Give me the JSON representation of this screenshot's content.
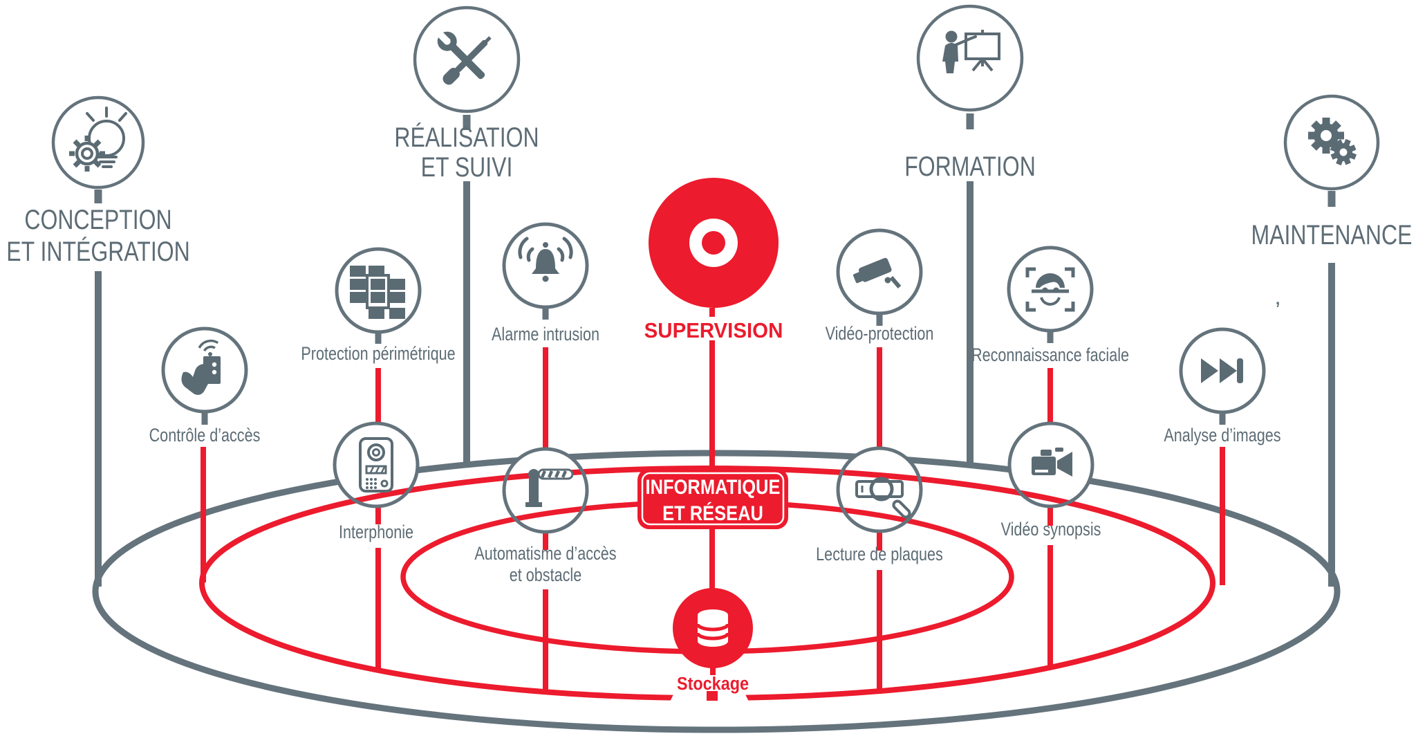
{
  "palette": {
    "red": "#ec1b2d",
    "gray_line": "#64737c",
    "gray_icon": "#5b6b74",
    "gray_text": "#5d6c75",
    "background": "#ffffff"
  },
  "pillars": {
    "conception": {
      "line1": "CONCEPTION",
      "line2": "ET INTÉGRATION"
    },
    "realisation": {
      "line1": "RÉALISATION",
      "line2": "ET SUIVI"
    },
    "formation": {
      "label": "FORMATION"
    },
    "maintenance": {
      "label": "MAINTENANCE"
    }
  },
  "services": {
    "controle": {
      "label": "Contrôle d’accès"
    },
    "protection": {
      "label": "Protection périmétrique"
    },
    "alarme": {
      "label": "Alarme intrusion"
    },
    "videoprotection": {
      "label": "Vidéo-protection"
    },
    "reconnaissance": {
      "label": "Reconnaissance faciale"
    },
    "analyse": {
      "label": "Analyse d’images"
    },
    "interphonie": {
      "label": "Interphonie"
    },
    "automatisme": {
      "line1": "Automatisme d’accès",
      "line2": "et obstacle"
    },
    "lecture": {
      "label": "Lecture de plaques"
    },
    "videosynopsis": {
      "label": "Vidéo synopsis"
    }
  },
  "center": {
    "supervision": {
      "label": "SUPERVISION"
    },
    "informatique": {
      "line1": "INFORMATIQUE",
      "line2": "ET RÉSEAU"
    },
    "stockage": {
      "label": "Stockage"
    }
  },
  "stray_mark": "’"
}
